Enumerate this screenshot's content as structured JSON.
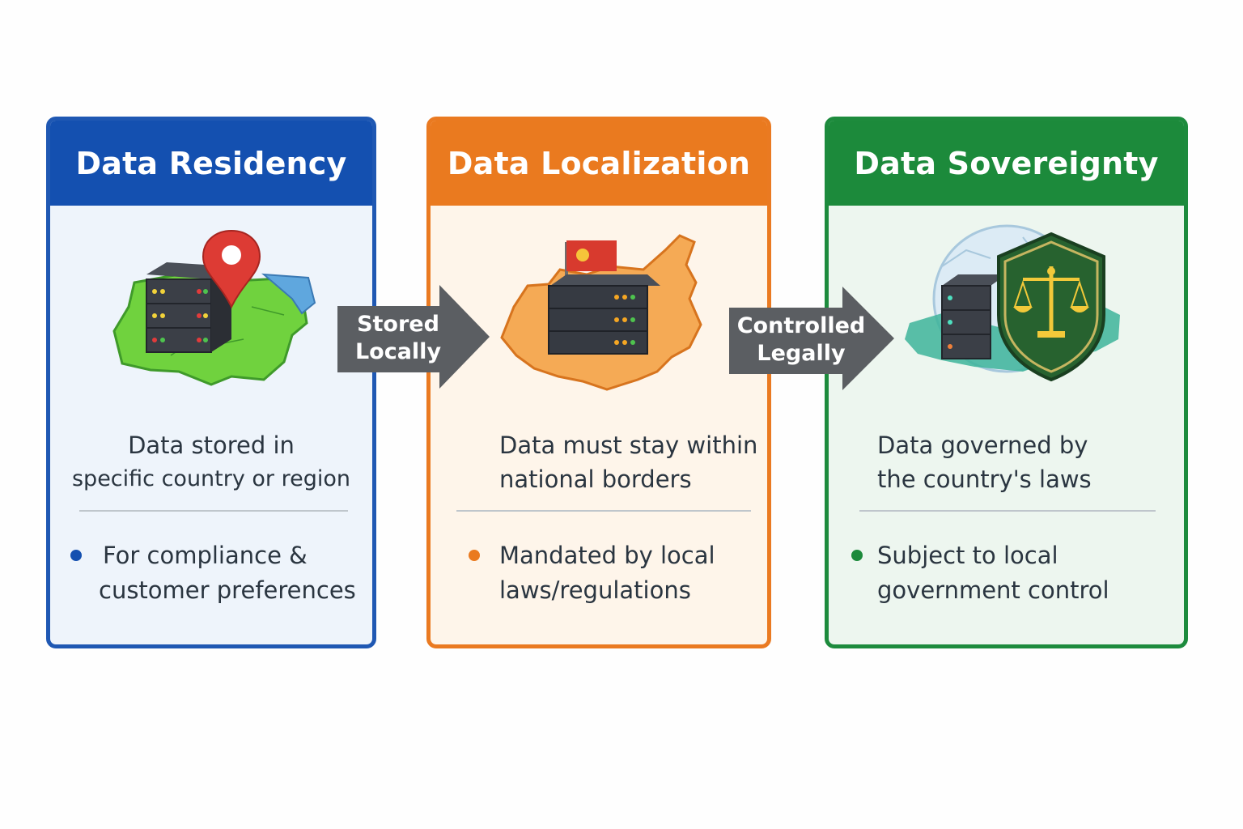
{
  "cards": [
    {
      "title": "Data Residency",
      "description": [
        "Data stored in",
        "specific country or region"
      ],
      "note": [
        "For compliance &",
        "customer preferences"
      ],
      "accent": "#1450b0",
      "icons": [
        "map-icon",
        "server-icon",
        "location-pin-icon"
      ]
    },
    {
      "title": "Data Localization",
      "description": [
        "Data must stay within",
        "national borders"
      ],
      "note": [
        "Mandated by local",
        "laws/regulations"
      ],
      "accent": "#ea7a1f",
      "icons": [
        "country-map-icon",
        "server-icon",
        "flag-icon"
      ]
    },
    {
      "title": "Data Sovereignty",
      "description": [
        "Data governed by",
        "the country's laws"
      ],
      "note": [
        "Subject to local",
        "government control"
      ],
      "accent": "#1c8a3b",
      "icons": [
        "globe-icon",
        "server-icon",
        "shield-scales-icon"
      ]
    }
  ],
  "connectors": [
    {
      "label": [
        "Stored",
        "Locally"
      ],
      "color": "#5b5e62",
      "icon": "arrow-right-icon"
    },
    {
      "label": [
        "Controlled",
        "Legally"
      ],
      "color": "#5b5e62",
      "icon": "arrow-right-icon"
    }
  ]
}
